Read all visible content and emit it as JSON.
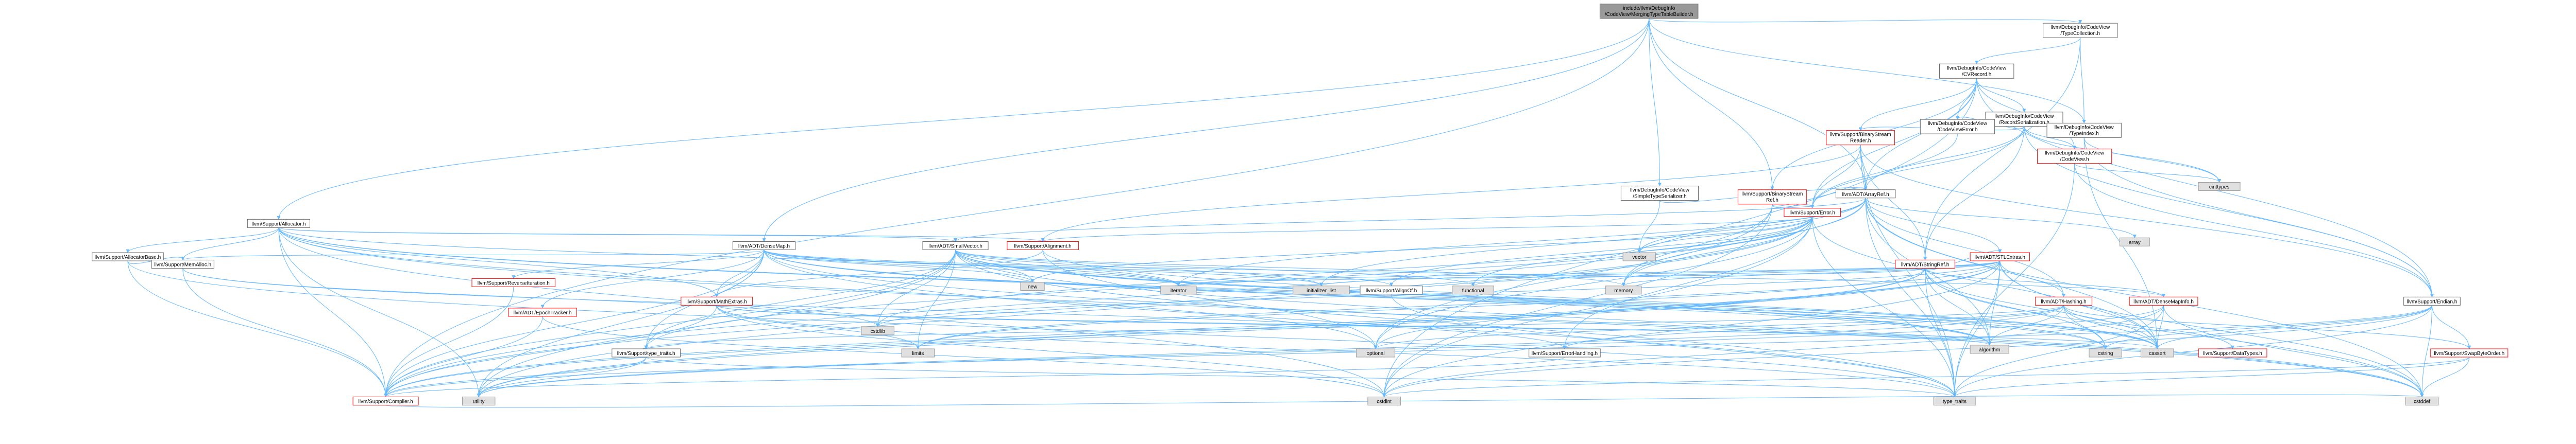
{
  "colors": {
    "root_fill": "#999999",
    "node_fill": "#ffffff",
    "node_border": "#666666",
    "truncated_border": "#ff0000",
    "external_fill": "#e0e0e0",
    "external_border": "#999999",
    "edge": "#63b8ff"
  },
  "nodes": [
    {
      "id": "root",
      "kind": "root",
      "lines": [
        "include/llvm/DebugInfo",
        "/CodeView/MergingTypeTableBuilder.h"
      ]
    },
    {
      "id": "typecollection",
      "kind": "normal",
      "lines": [
        "llvm/DebugInfo/CodeView",
        "/TypeCollection.h"
      ]
    },
    {
      "id": "cvrecord",
      "kind": "normal",
      "lines": [
        "llvm/DebugInfo/CodeView",
        "/CVRecord.h"
      ]
    },
    {
      "id": "recordserialization",
      "kind": "normal",
      "lines": [
        "llvm/DebugInfo/CodeView",
        "/RecordSerialization.h"
      ]
    },
    {
      "id": "typeindex",
      "kind": "normal",
      "lines": [
        "llvm/DebugInfo/CodeView",
        "/TypeIndex.h"
      ]
    },
    {
      "id": "codeviewerror",
      "kind": "normal",
      "lines": [
        "llvm/DebugInfo/CodeView",
        "/CodeViewError.h"
      ]
    },
    {
      "id": "bsreader",
      "kind": "truncated",
      "lines": [
        "llvm/Support/BinaryStream",
        "Reader.h"
      ]
    },
    {
      "id": "codeview",
      "kind": "truncated",
      "lines": [
        "llvm/DebugInfo/CodeView",
        "/CodeView.h"
      ]
    },
    {
      "id": "simpletypeserializer",
      "kind": "normal",
      "lines": [
        "llvm/DebugInfo/CodeView",
        "/SimpleTypeSerializer.h"
      ]
    },
    {
      "id": "bsref",
      "kind": "truncated",
      "lines": [
        "llvm/Support/BinaryStream",
        "Ref.h"
      ]
    },
    {
      "id": "error",
      "kind": "truncated",
      "lines": [
        "llvm/Support/Error.h"
      ]
    },
    {
      "id": "arrayref",
      "kind": "normal",
      "lines": [
        "llvm/ADT/ArrayRef.h"
      ]
    },
    {
      "id": "allocator",
      "kind": "normal",
      "lines": [
        "llvm/Support/Allocator.h"
      ]
    },
    {
      "id": "allocatorbase",
      "kind": "normal",
      "lines": [
        "llvm/Support/AllocatorBase.h"
      ]
    },
    {
      "id": "memalloc",
      "kind": "normal",
      "lines": [
        "llvm/Support/MemAlloc.h"
      ]
    },
    {
      "id": "densemap",
      "kind": "normal",
      "lines": [
        "llvm/ADT/DenseMap.h"
      ]
    },
    {
      "id": "smallvector",
      "kind": "normal",
      "lines": [
        "llvm/ADT/SmallVector.h"
      ]
    },
    {
      "id": "alignment",
      "kind": "truncated",
      "lines": [
        "llvm/Support/Alignment.h"
      ]
    },
    {
      "id": "stringref",
      "kind": "truncated",
      "lines": [
        "llvm/ADT/StringRef.h"
      ]
    },
    {
      "id": "stlextras",
      "kind": "truncated",
      "lines": [
        "llvm/ADT/STLExtras.h"
      ]
    },
    {
      "id": "hashing",
      "kind": "truncated",
      "lines": [
        "llvm/ADT/Hashing.h"
      ]
    },
    {
      "id": "densemapinfo",
      "kind": "truncated",
      "lines": [
        "llvm/ADT/DenseMapInfo.h"
      ]
    },
    {
      "id": "endian",
      "kind": "normal",
      "lines": [
        "llvm/Support/Endian.h"
      ]
    },
    {
      "id": "swapbyteorder",
      "kind": "truncated",
      "lines": [
        "llvm/Support/SwapByteOrder.h"
      ]
    },
    {
      "id": "reverseiteration",
      "kind": "truncated",
      "lines": [
        "llvm/Support/ReverseIteration.h"
      ]
    },
    {
      "id": "mathextras",
      "kind": "truncated",
      "lines": [
        "llvm/Support/MathExtras.h"
      ]
    },
    {
      "id": "epochtracker",
      "kind": "truncated",
      "lines": [
        "llvm/ADT/EpochTracker.h"
      ]
    },
    {
      "id": "aligntof",
      "kind": "normal",
      "lines": [
        "llvm/Support/AlignOf.h"
      ]
    },
    {
      "id": "typetraits",
      "kind": "normal",
      "lines": [
        "llvm/Support/type_traits.h"
      ]
    },
    {
      "id": "errorhandling",
      "kind": "normal",
      "lines": [
        "llvm/Support/ErrorHandling.h"
      ]
    },
    {
      "id": "datatypes",
      "kind": "truncated",
      "lines": [
        "llvm/Support/DataTypes.h"
      ]
    },
    {
      "id": "compiler",
      "kind": "truncated",
      "lines": [
        "llvm/Support/Compiler.h"
      ]
    },
    {
      "id": "cinttypes",
      "kind": "external",
      "lines": [
        "cinttypes"
      ]
    },
    {
      "id": "vector",
      "kind": "external",
      "lines": [
        "vector"
      ]
    },
    {
      "id": "array",
      "kind": "external",
      "lines": [
        "array"
      ]
    },
    {
      "id": "iterator",
      "kind": "external",
      "lines": [
        "iterator"
      ]
    },
    {
      "id": "new",
      "kind": "external",
      "lines": [
        "new"
      ]
    },
    {
      "id": "initializer_list",
      "kind": "external",
      "lines": [
        "initializer_list"
      ]
    },
    {
      "id": "functional",
      "kind": "external",
      "lines": [
        "functional"
      ]
    },
    {
      "id": "memory",
      "kind": "external",
      "lines": [
        "memory"
      ]
    },
    {
      "id": "cstdlib",
      "kind": "external",
      "lines": [
        "cstdlib"
      ]
    },
    {
      "id": "limits",
      "kind": "external",
      "lines": [
        "limits"
      ]
    },
    {
      "id": "optional",
      "kind": "external",
      "lines": [
        "optional"
      ]
    },
    {
      "id": "algorithm",
      "kind": "external",
      "lines": [
        "algorithm"
      ]
    },
    {
      "id": "cstring",
      "kind": "external",
      "lines": [
        "cstring"
      ]
    },
    {
      "id": "cassert",
      "kind": "external",
      "lines": [
        "cassert"
      ]
    },
    {
      "id": "utility",
      "kind": "external",
      "lines": [
        "utility"
      ]
    },
    {
      "id": "cstdint",
      "kind": "external",
      "lines": [
        "cstdint"
      ]
    },
    {
      "id": "type_traits",
      "kind": "external",
      "lines": [
        "type_traits"
      ]
    },
    {
      "id": "cstddef",
      "kind": "external",
      "lines": [
        "cstddef"
      ]
    }
  ],
  "edges": [
    [
      "root",
      "typecollection"
    ],
    [
      "root",
      "typeindex"
    ],
    [
      "root",
      "simpletypeserializer"
    ],
    [
      "root",
      "arrayref"
    ],
    [
      "root",
      "allocator"
    ],
    [
      "root",
      "densemap"
    ],
    [
      "root",
      "bsref"
    ],
    [
      "root",
      "compiler"
    ],
    [
      "typecollection",
      "cvrecord"
    ],
    [
      "typecollection",
      "typeindex"
    ],
    [
      "typecollection",
      "stringref"
    ],
    [
      "cvrecord",
      "recordserialization"
    ],
    [
      "cvrecord",
      "codeviewerror"
    ],
    [
      "cvrecord",
      "bsreader"
    ],
    [
      "cvrecord",
      "bsref"
    ],
    [
      "cvrecord",
      "error"
    ],
    [
      "cvrecord",
      "arrayref"
    ],
    [
      "cvrecord",
      "codeview"
    ],
    [
      "cvrecord",
      "cstdint"
    ],
    [
      "cvrecord",
      "endian"
    ],
    [
      "recordserialization",
      "codeview"
    ],
    [
      "recordserialization",
      "codeviewerror"
    ],
    [
      "recordserialization",
      "bsreader"
    ],
    [
      "recordserialization",
      "arrayref"
    ],
    [
      "recordserialization",
      "stringref"
    ],
    [
      "recordserialization",
      "error"
    ],
    [
      "recordserialization",
      "endian"
    ],
    [
      "recordserialization",
      "cinttypes"
    ],
    [
      "typeindex",
      "cinttypes"
    ],
    [
      "typeindex",
      "endian"
    ],
    [
      "typeindex",
      "cassert"
    ],
    [
      "codeviewerror",
      "error"
    ],
    [
      "codeview",
      "cinttypes"
    ],
    [
      "codeview",
      "endian"
    ],
    [
      "codeview",
      "type_traits"
    ],
    [
      "bsreader",
      "arrayref"
    ],
    [
      "bsreader",
      "stringref"
    ],
    [
      "bsreader",
      "alignment"
    ],
    [
      "bsreader",
      "error"
    ],
    [
      "bsreader",
      "endian"
    ],
    [
      "bsreader",
      "type_traits"
    ],
    [
      "simpletypeserializer",
      "arrayref"
    ],
    [
      "simpletypeserializer",
      "vector"
    ],
    [
      "bsref",
      "arrayref"
    ],
    [
      "bsref",
      "error"
    ],
    [
      "bsref",
      "cstdint"
    ],
    [
      "bsref",
      "memory"
    ],
    [
      "bsref",
      "optional"
    ],
    [
      "error",
      "compiler"
    ],
    [
      "error",
      "errorhandling"
    ],
    [
      "error",
      "alignment"
    ],
    [
      "error",
      "functional"
    ],
    [
      "error",
      "memory"
    ],
    [
      "error",
      "cassert"
    ],
    [
      "error",
      "cstdint"
    ],
    [
      "error",
      "cstdlib"
    ],
    [
      "error",
      "optional"
    ],
    [
      "error",
      "string"
    ],
    [
      "error",
      "system_error"
    ],
    [
      "error",
      "type_traits"
    ],
    [
      "error",
      "utility"
    ],
    [
      "error",
      "vector"
    ],
    [
      "error",
      "aligntof"
    ],
    [
      "error",
      "typetraits"
    ],
    [
      "error",
      "new"
    ],
    [
      "arrayref",
      "hashing"
    ],
    [
      "arrayref",
      "smallvector"
    ],
    [
      "arrayref",
      "stlextras"
    ],
    [
      "arrayref",
      "compiler"
    ],
    [
      "arrayref",
      "algorithm"
    ],
    [
      "arrayref",
      "array"
    ],
    [
      "arrayref",
      "cassert"
    ],
    [
      "arrayref",
      "cstddef"
    ],
    [
      "arrayref",
      "initializer_list"
    ],
    [
      "arrayref",
      "iterator"
    ],
    [
      "arrayref",
      "memory"
    ],
    [
      "arrayref",
      "type_traits"
    ],
    [
      "arrayref",
      "vector"
    ],
    [
      "allocator",
      "allocatorbase"
    ],
    [
      "allocator",
      "compiler"
    ],
    [
      "allocator",
      "smallvector"
    ],
    [
      "allocator",
      "alignment"
    ],
    [
      "allocator",
      "mathextras"
    ],
    [
      "allocator",
      "memalloc"
    ],
    [
      "allocator",
      "algorithm"
    ],
    [
      "allocator",
      "cassert"
    ],
    [
      "allocator",
      "cstddef"
    ],
    [
      "allocator",
      "cstdint"
    ],
    [
      "allocator",
      "iterator"
    ],
    [
      "allocator",
      "optional"
    ],
    [
      "allocator",
      "utility"
    ],
    [
      "allocatorbase",
      "compiler"
    ],
    [
      "allocatorbase",
      "memalloc"
    ],
    [
      "allocatorbase",
      "type_traits"
    ],
    [
      "memalloc",
      "compiler"
    ],
    [
      "memalloc",
      "errorhandling"
    ],
    [
      "memalloc",
      "cstdlib"
    ],
    [
      "densemap",
      "densemapinfo"
    ],
    [
      "densemap",
      "epochtracker"
    ],
    [
      "densemap",
      "aligntof"
    ],
    [
      "densemap",
      "compiler"
    ],
    [
      "densemap",
      "mathextras"
    ],
    [
      "densemap",
      "memalloc"
    ],
    [
      "densemap",
      "reverseiteration"
    ],
    [
      "densemap",
      "typetraits"
    ],
    [
      "densemap",
      "algorithm"
    ],
    [
      "densemap",
      "cassert"
    ],
    [
      "densemap",
      "cstddef"
    ],
    [
      "densemap",
      "cstring"
    ],
    [
      "densemap",
      "initializer_list"
    ],
    [
      "densemap",
      "iterator"
    ],
    [
      "densemap",
      "new"
    ],
    [
      "densemap",
      "type_traits"
    ],
    [
      "densemap",
      "utility"
    ],
    [
      "smallvector",
      "compiler"
    ],
    [
      "smallvector",
      "typetraits"
    ],
    [
      "smallvector",
      "algorithm"
    ],
    [
      "smallvector",
      "cassert"
    ],
    [
      "smallvector",
      "cstddef"
    ],
    [
      "smallvector",
      "cstdlib"
    ],
    [
      "smallvector",
      "cstring"
    ],
    [
      "smallvector",
      "functional"
    ],
    [
      "smallvector",
      "initializer_list"
    ],
    [
      "smallvector",
      "iterator"
    ],
    [
      "smallvector",
      "limits"
    ],
    [
      "smallvector",
      "memory"
    ],
    [
      "smallvector",
      "new"
    ],
    [
      "smallvector",
      "type_traits"
    ],
    [
      "smallvector",
      "utility"
    ],
    [
      "alignment",
      "mathextras"
    ],
    [
      "alignment",
      "cassert"
    ],
    [
      "alignment",
      "optional"
    ],
    [
      "stringref",
      "densemapinfo"
    ],
    [
      "stringref",
      "stlextras"
    ],
    [
      "stringref",
      "compiler"
    ],
    [
      "stringref",
      "algorithm"
    ],
    [
      "stringref",
      "cassert"
    ],
    [
      "stringref",
      "cstddef"
    ],
    [
      "stringref",
      "cstring"
    ],
    [
      "stringref",
      "limits"
    ],
    [
      "stringref",
      "type_traits"
    ],
    [
      "stringref",
      "utility"
    ],
    [
      "stringref",
      "iterator"
    ],
    [
      "stlextras",
      "hashing"
    ],
    [
      "stlextras",
      "compiler"
    ],
    [
      "stlextras",
      "algorithm"
    ],
    [
      "stlextras",
      "cassert"
    ],
    [
      "stlextras",
      "cstddef"
    ],
    [
      "stlextras",
      "cstdint"
    ],
    [
      "stlextras",
      "cstdlib"
    ],
    [
      "stlextras",
      "functional"
    ],
    [
      "stlextras",
      "initializer_list"
    ],
    [
      "stlextras",
      "iterator"
    ],
    [
      "stlextras",
      "limits"
    ],
    [
      "stlextras",
      "memory"
    ],
    [
      "stlextras",
      "optional"
    ],
    [
      "stlextras",
      "type_traits"
    ],
    [
      "stlextras",
      "utility"
    ],
    [
      "hashing",
      "errorhandling"
    ],
    [
      "hashing",
      "swapbyteorder"
    ],
    [
      "hashing",
      "typetraits"
    ],
    [
      "hashing",
      "algorithm"
    ],
    [
      "hashing",
      "cassert"
    ],
    [
      "hashing",
      "cstring"
    ],
    [
      "hashing",
      "optional"
    ],
    [
      "hashing",
      "utility"
    ],
    [
      "hashing",
      "datatypes"
    ],
    [
      "densemapinfo",
      "cassert"
    ],
    [
      "densemapinfo",
      "cstddef"
    ],
    [
      "densemapinfo",
      "cstdint"
    ],
    [
      "densemapinfo",
      "type_traits"
    ],
    [
      "densemapinfo",
      "utility"
    ],
    [
      "endian",
      "compiler"
    ],
    [
      "endian",
      "swapbyteorder"
    ],
    [
      "endian",
      "cassert"
    ],
    [
      "endian",
      "cstddef"
    ],
    [
      "endian",
      "cstdint"
    ],
    [
      "endian",
      "cstring"
    ],
    [
      "endian",
      "type_traits"
    ],
    [
      "swapbyteorder",
      "cstddef"
    ],
    [
      "swapbyteorder",
      "cstdint"
    ],
    [
      "swapbyteorder",
      "type_traits"
    ],
    [
      "reverseiteration",
      "compiler"
    ],
    [
      "mathextras",
      "compiler"
    ],
    [
      "mathextras",
      "algorithm"
    ],
    [
      "mathextras",
      "cassert"
    ],
    [
      "mathextras",
      "cstdint"
    ],
    [
      "mathextras",
      "limits"
    ],
    [
      "mathextras",
      "type_traits"
    ],
    [
      "epochtracker",
      "compiler"
    ],
    [
      "epochtracker",
      "cstdint"
    ],
    [
      "aligntof",
      "type_traits"
    ],
    [
      "typetraits",
      "compiler"
    ],
    [
      "typetraits",
      "type_traits"
    ],
    [
      "typetraits",
      "utility"
    ],
    [
      "errorhandling",
      "compiler"
    ],
    [
      "compiler",
      "cstddef"
    ]
  ]
}
